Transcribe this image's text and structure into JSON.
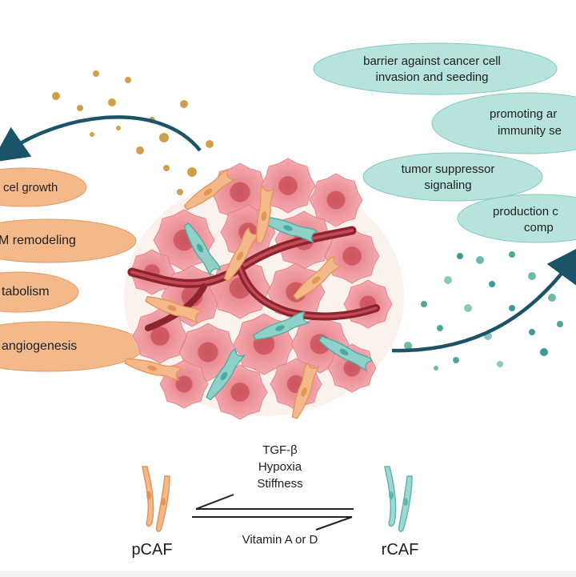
{
  "protumor": {
    "effects": [
      "cel growth",
      "M remodeling",
      "tabolism",
      "angiogenesis"
    ],
    "color": "#f4b98b"
  },
  "antitumor": {
    "effects": [
      [
        "barrier against cancer cell",
        "invasion and seeding"
      ],
      [
        "promoting ar",
        "immunity se"
      ],
      [
        "tumor suppressor",
        "signaling"
      ],
      [
        "production c",
        "comp"
      ]
    ],
    "color": "#b7e3dd"
  },
  "switch": {
    "forward_factors": [
      "TGF-β",
      "Hypoxia",
      "Stiffness"
    ],
    "reverse_factor": "Vitamin A or D",
    "left_label": "pCAF",
    "right_label": "rCAF"
  },
  "colors": {
    "arrow": "#1b5468",
    "pcaf": "#f0a860",
    "rcaf": "#6bc2bc",
    "cancer_cell": "#ef8f96",
    "vessel": "#8c2430"
  }
}
